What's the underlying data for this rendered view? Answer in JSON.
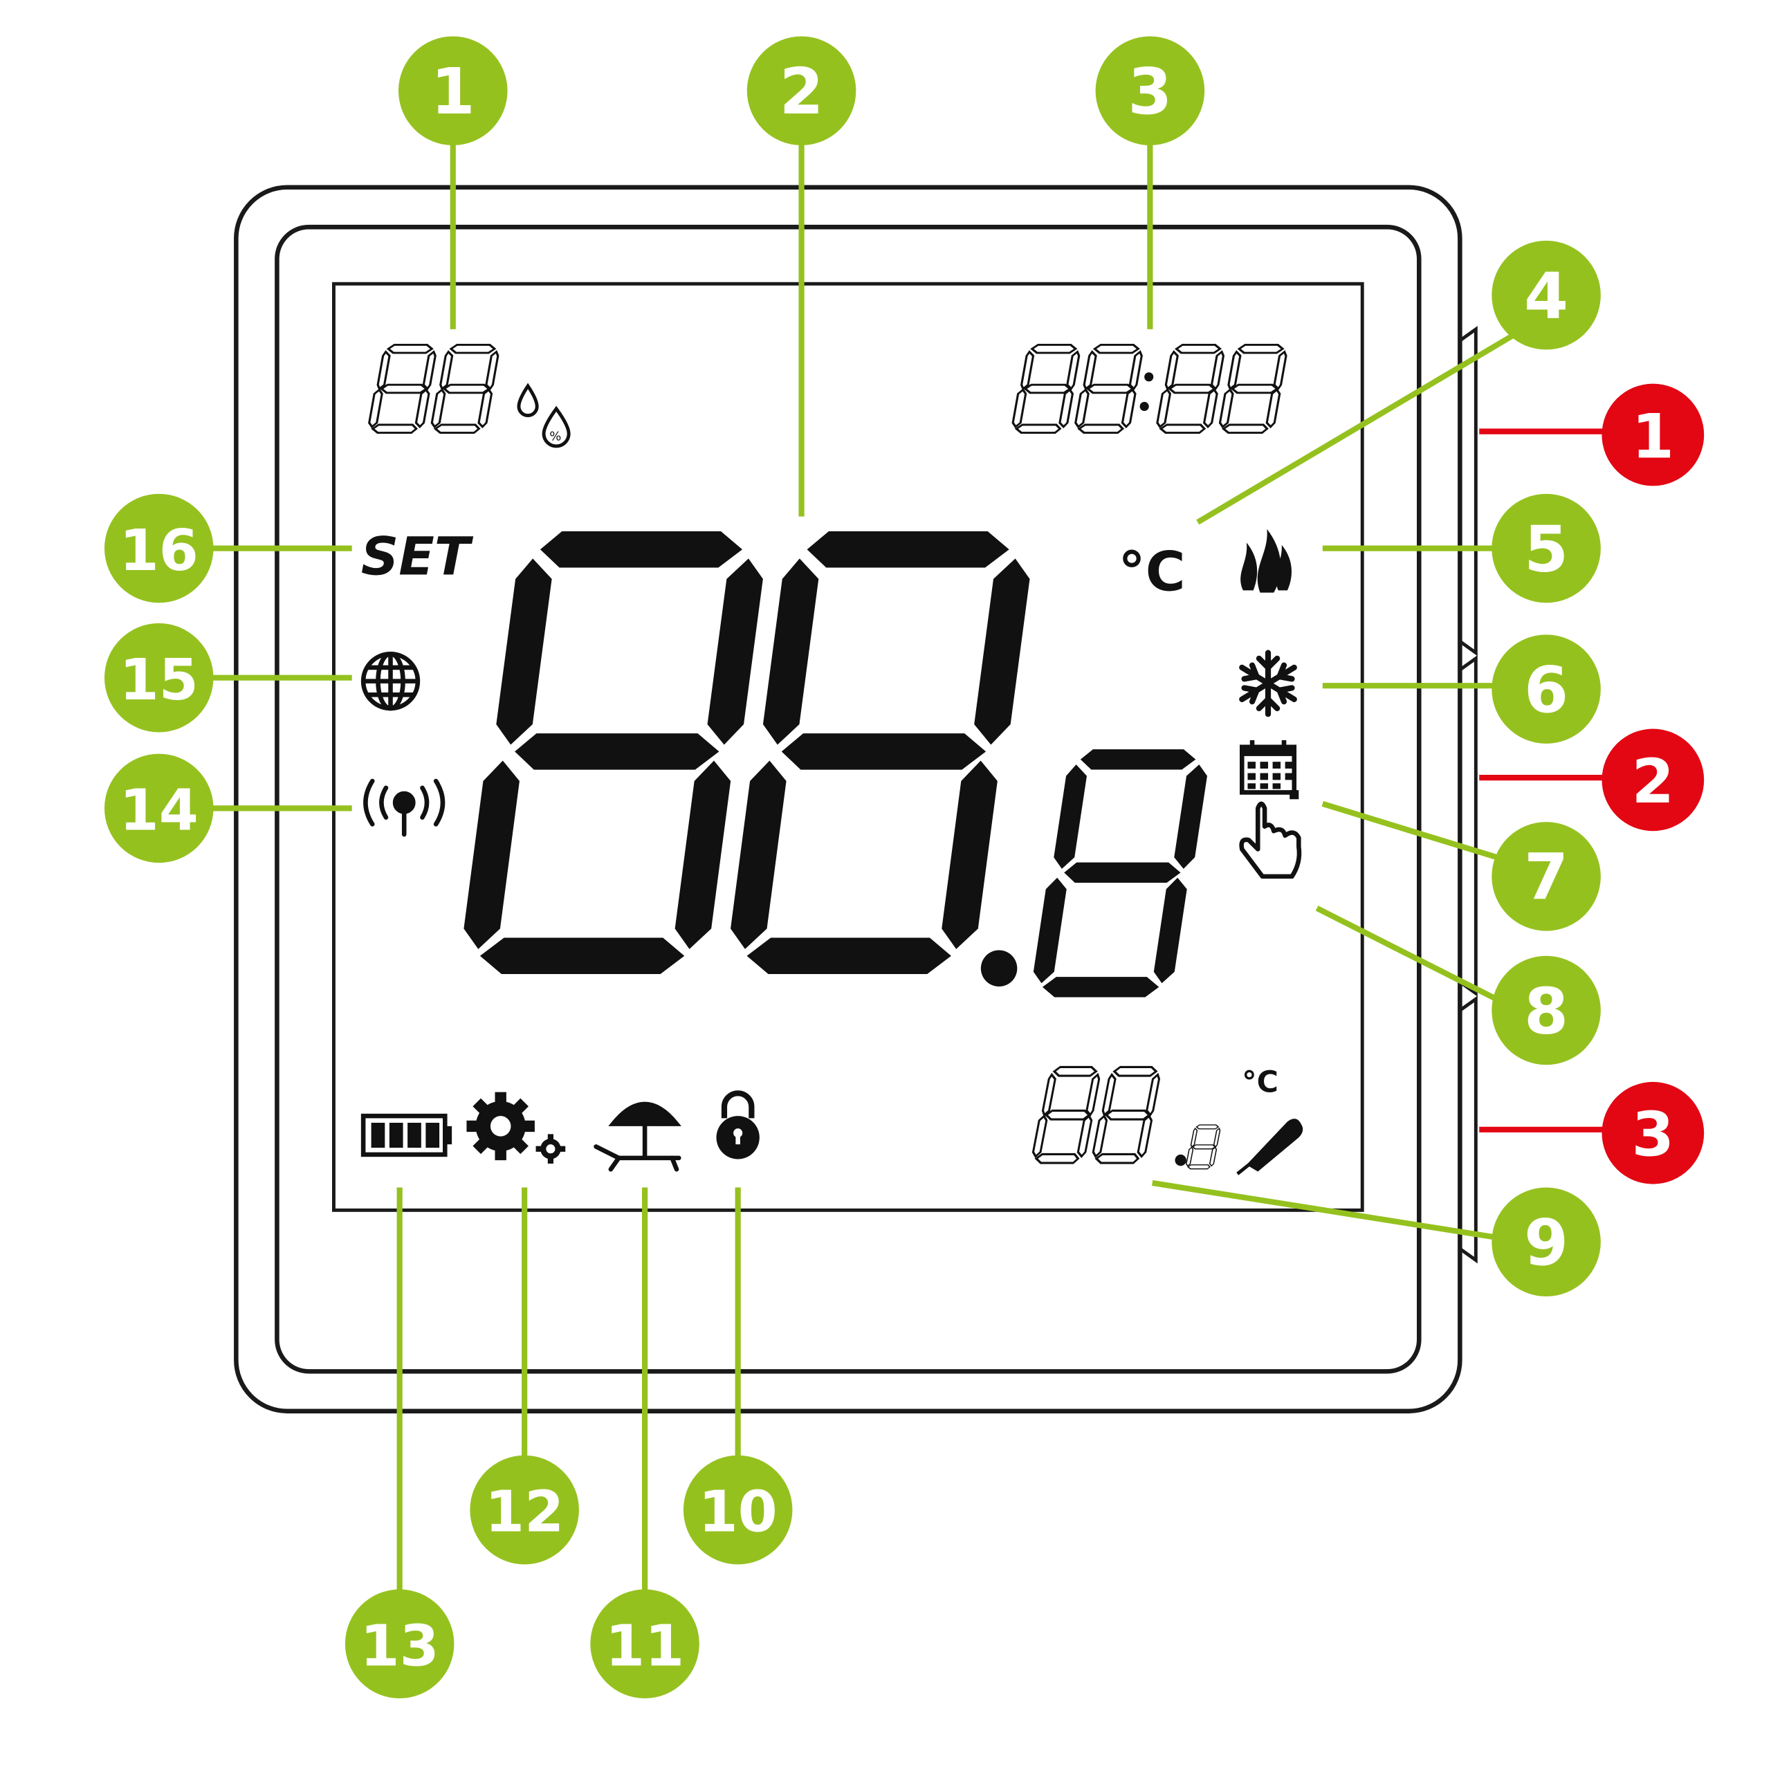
{
  "colors": {
    "callout_green": "#95C11F",
    "callout_red": "#E30613",
    "lcd_ink": "#111111",
    "frame": "#1a1a1a"
  },
  "lcd": {
    "humidity_digits": "88",
    "clock_digits": "88:88",
    "main_temp_digits": "88.8",
    "floor_temp_digits": "88.8",
    "set_label": "SET",
    "celsius_main": "°C",
    "celsius_small": "°C"
  },
  "icons": [
    "humidity-icon",
    "flame-icon",
    "snowflake-icon",
    "calendar-icon",
    "hand-icon",
    "floor-probe-icon",
    "lock-icon",
    "sunbed-umbrella-icon",
    "gears-icon",
    "battery-icon",
    "wireless-icon",
    "globe-icon"
  ],
  "callouts_green": [
    "1",
    "2",
    "3",
    "4",
    "5",
    "6",
    "7",
    "8",
    "9",
    "10",
    "11",
    "12",
    "13",
    "14",
    "15",
    "16"
  ],
  "callouts_red": [
    "1",
    "2",
    "3"
  ]
}
